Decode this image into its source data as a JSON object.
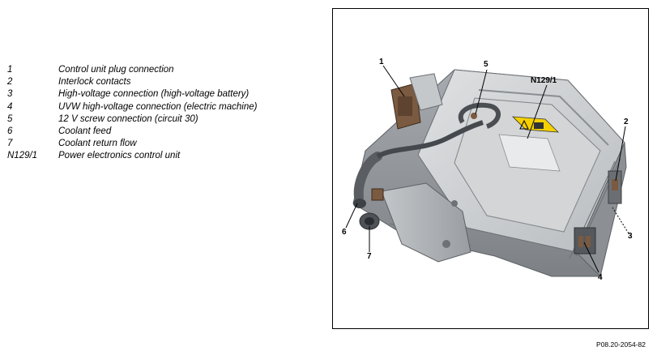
{
  "legend": {
    "items": [
      {
        "key": "1",
        "text": "Control unit plug connection"
      },
      {
        "key": "2",
        "text": "Interlock contacts"
      },
      {
        "key": "3",
        "text": "High-voltage connection (high-voltage battery)"
      },
      {
        "key": "4",
        "text": "UVW high-voltage connection (electric machine)"
      },
      {
        "key": "5",
        "text": "12 V screw connection (circuit 30)"
      },
      {
        "key": "6",
        "text": "Coolant feed"
      },
      {
        "key": "7",
        "text": "Coolant return flow"
      },
      {
        "key": "N129/1",
        "text": "Power electronics control unit"
      }
    ]
  },
  "figure": {
    "callouts": {
      "c1": "1",
      "c2": "2",
      "c3": "3",
      "c4": "4",
      "c5": "5",
      "c6": "6",
      "c7": "7",
      "cN": "N129/1"
    },
    "reference": "P08.20-2054-82"
  },
  "colors": {
    "housing": "#c9cbcd",
    "housing_dark": "#8f9397",
    "connector": "#7a5a40",
    "warning_label": "#f5d000",
    "border": "#000000"
  }
}
